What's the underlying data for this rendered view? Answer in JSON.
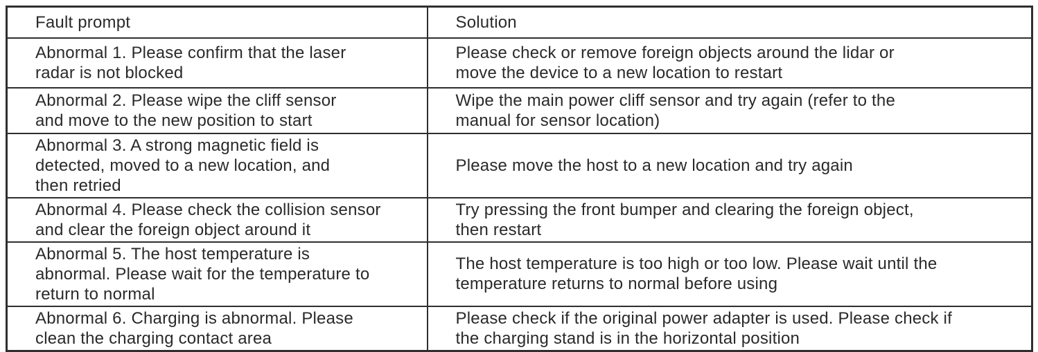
{
  "table": {
    "headers": {
      "fault": "Fault prompt",
      "solution": "Solution"
    },
    "rows": [
      {
        "fault": [
          "Abnormal 1. Please confirm that the laser",
          "radar is not blocked"
        ],
        "solution": [
          "Please check or remove foreign objects around the lidar or",
          "move the device to a new location to restart"
        ]
      },
      {
        "fault": [
          "Abnormal 2. Please wipe the cliff sensor",
          "and move to the new position to start"
        ],
        "solution": [
          "Wipe the main power cliff sensor and try again (refer to the",
          "manual for sensor location)"
        ]
      },
      {
        "fault": [
          "Abnormal 3. A strong magnetic field is",
          "detected, moved to a new location, and",
          "then retried"
        ],
        "solution": [
          "Please move the host to a new location and try again"
        ]
      },
      {
        "fault": [
          "Abnormal 4. Please check the collision sensor",
          "and clear the foreign object around it"
        ],
        "solution": [
          "Try pressing the  front bumper and clearing the foreign object,",
          "then restart"
        ]
      },
      {
        "fault": [
          "Abnormal 5. The host temperature is",
          "abnormal. Please wait for the temperature to",
          "return to normal"
        ],
        "solution": [
          "The host temperature is too high or too low. Please wait until the",
          "temperature returns to normal before using"
        ]
      },
      {
        "fault": [
          "Abnormal 6. Charging is abnormal. Please",
          "clean the charging contact area"
        ],
        "solution": [
          "Please check if the original power adapter is used. Please check if",
          "the charging stand is in the horizontal position"
        ]
      }
    ]
  },
  "colors": {
    "border": "#2e2e2e",
    "text": "#2a2a2a",
    "background": "#ffffff"
  }
}
